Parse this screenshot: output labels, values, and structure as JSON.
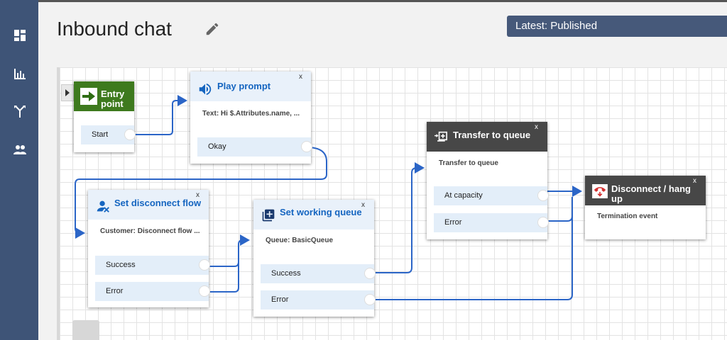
{
  "sidebar": {
    "icons": [
      "dashboard-icon",
      "metrics-icon",
      "routing-icon",
      "users-icon"
    ]
  },
  "header": {
    "title": "Inbound chat",
    "status": "Latest: Published"
  },
  "blocks": {
    "entry": {
      "title": "Entry point",
      "branch": "Start"
    },
    "play": {
      "title": "Play prompt",
      "subtitle": "Text: Hi $.Attributes.name, ...",
      "close": "x",
      "branch": "Okay"
    },
    "disconnect_flow": {
      "title": "Set disconnect flow",
      "subtitle": "Customer: Disconnect flow ...",
      "close": "x",
      "branches": [
        "Success",
        "Error"
      ]
    },
    "working_queue": {
      "title": "Set working queue",
      "subtitle": "Queue: BasicQueue",
      "close": "x",
      "branches": [
        "Success",
        "Error"
      ]
    },
    "transfer": {
      "title": "Transfer to queue",
      "subtitle": "Transfer to queue",
      "close": "x",
      "branches": [
        "At capacity",
        "Error"
      ]
    },
    "hangup": {
      "title": "Disconnect / hang up",
      "subtitle": "Termination event",
      "close": "x"
    }
  },
  "colors": {
    "sidebar": "#3e5477",
    "status_bar": "#46597a",
    "entry_header": "#3e7a1e",
    "wire": "#2b65c7",
    "title_blue": "#1565c0",
    "dark_header": "#474747",
    "hangup_red": "#d32f2f"
  }
}
